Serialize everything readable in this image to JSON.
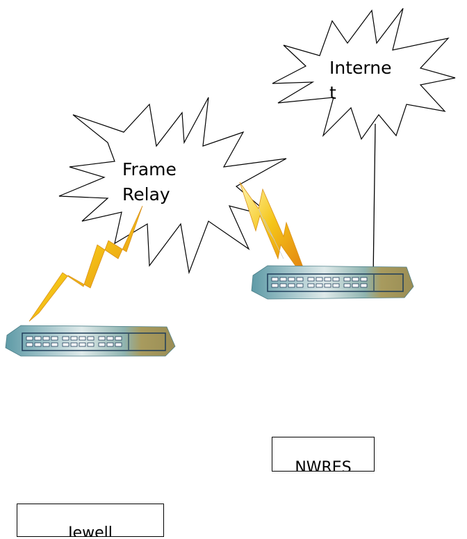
{
  "clouds": {
    "frame_relay": {
      "line1": "Frame",
      "line2": "Relay"
    },
    "internet": {
      "line1": "Interne",
      "line2": "t"
    }
  },
  "labels": {
    "left_router": "Jewell",
    "right_router": "NWRES"
  },
  "colors": {
    "router_body": "#6aa3ad",
    "router_accent": "#a89b5e",
    "router_panel": "#dfe9ea",
    "bolt_gold": "#f5c518",
    "bolt_orange": "#e88a1a"
  }
}
